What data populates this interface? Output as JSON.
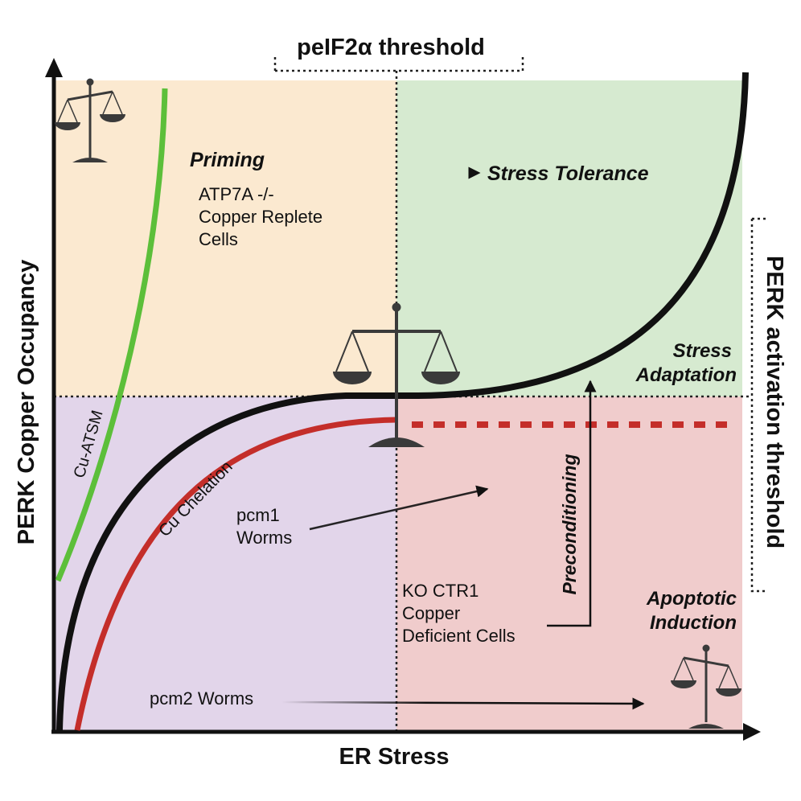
{
  "axes": {
    "x_label": "ER Stress",
    "y_label": "PERK Copper Occupancy"
  },
  "thresholds": {
    "top": "peIF2α threshold",
    "right": "PERK activation threshold"
  },
  "quadrants": {
    "top_left": {
      "title": "Priming",
      "lines": [
        "ATP7A -/-",
        "Copper Replete",
        "Cells"
      ],
      "color": "#fbe9d0"
    },
    "top_right": {
      "title": "Stress Tolerance",
      "sub_lines": [
        "Stress",
        "Adaptation"
      ],
      "color": "#d6ead0"
    },
    "bottom_left": {
      "color": "#e2d5ea"
    },
    "bottom_right": {
      "title_lines": [
        "Apoptotic",
        "Induction"
      ],
      "color": "#f0cccc"
    }
  },
  "curve_labels": {
    "green": "Cu-ATSM",
    "red": "Cu Chelation"
  },
  "annotations": {
    "pcm1": [
      "pcm1",
      "Worms"
    ],
    "pcm2": "pcm2 Worms",
    "ctr1": [
      "KO CTR1",
      "Copper",
      "Deficient Cells"
    ],
    "preconditioning": "Preconditioning"
  },
  "colors": {
    "black_curve": "#111111",
    "green_curve": "#5cbf3a",
    "red_curve": "#c42e2a",
    "balance": "#3a3a3a"
  },
  "icons": [
    "balance-scale-icon",
    "balance-scale-icon",
    "balance-scale-icon"
  ]
}
